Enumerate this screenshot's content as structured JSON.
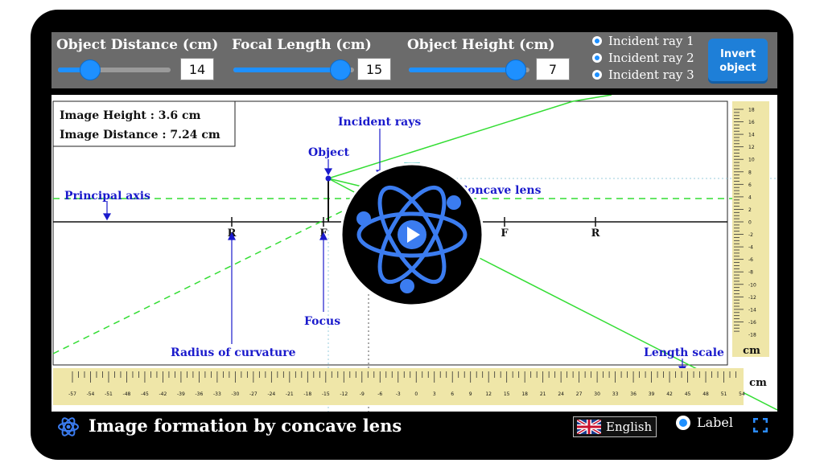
{
  "controls": {
    "object_distance": {
      "label": "Object Distance (cm)",
      "value": "14",
      "fraction": 0.28
    },
    "focal_length": {
      "label": "Focal Length (cm)",
      "value": "15",
      "fraction": 0.88
    },
    "object_height": {
      "label": "Object Height (cm)",
      "value": "7",
      "fraction": 0.88
    },
    "rays": [
      {
        "label": "Incident ray 1",
        "selected": true
      },
      {
        "label": "Incident ray 2",
        "selected": true
      },
      {
        "label": "Incident ray 3",
        "selected": true
      }
    ],
    "invert_line1": "Invert",
    "invert_line2": "object"
  },
  "results": {
    "image_height": "Image Height : 3.6 cm",
    "image_distance": "Image Distance : 7.24 cm"
  },
  "annotations": {
    "incident_rays": "Incident rays",
    "object": "Object",
    "concave_lens": "Concave lens",
    "principal_axis": "Principal axis",
    "focus": "Focus",
    "radius_of_curvature": "Radius of curvature",
    "length_scale": "Length scale"
  },
  "axis_marks": {
    "R_left": "R",
    "F_left": "F",
    "F_right": "F",
    "R_right": "R"
  },
  "vertical_scale": {
    "ticks": [
      "18",
      "16",
      "14",
      "12",
      "10",
      "8",
      "6",
      "4",
      "2",
      "0",
      "-2",
      "-4",
      "-6",
      "-8",
      "-10",
      "-12",
      "-14",
      "-16",
      "-18"
    ],
    "unit": "cm"
  },
  "horizontal_scale": {
    "ticks": [
      "-57",
      "-54",
      "-51",
      "-48",
      "-45",
      "-42",
      "-39",
      "-36",
      "-33",
      "-30",
      "-27",
      "-24",
      "-21",
      "-18",
      "-15",
      "-12",
      "-9",
      "-6",
      "-3",
      "0",
      "3",
      "6",
      "9",
      "12",
      "15",
      "18",
      "21",
      "24",
      "27",
      "30",
      "33",
      "36",
      "39",
      "42",
      "45",
      "48",
      "51",
      "54"
    ],
    "unit": "cm"
  },
  "footer": {
    "title": "Image formation by concave lens",
    "language": "English",
    "label_toggle": "Label"
  },
  "colors": {
    "accent": "#1e90ff",
    "ray": "#33dd33",
    "annotation": "#1a1acc",
    "scale_bg": "#efe6a8"
  }
}
